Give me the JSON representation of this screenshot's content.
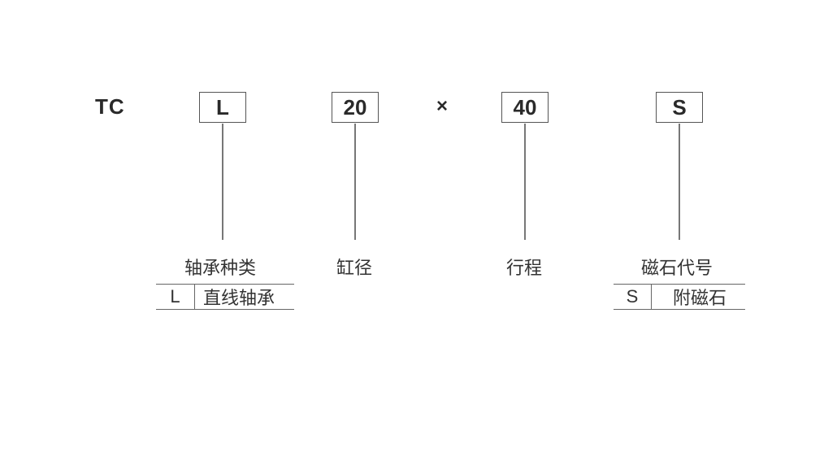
{
  "diagram": {
    "prefix": "TC",
    "fields": [
      {
        "code": "L",
        "label": "轴承种类",
        "options": [
          {
            "code": "L",
            "desc": "直线轴承"
          }
        ]
      },
      {
        "code": "20",
        "label": "缸径"
      },
      {
        "code": "40",
        "label": "行程"
      },
      {
        "code": "S",
        "label": "磁石代号",
        "options": [
          {
            "code": "S",
            "desc": "附磁石"
          }
        ]
      }
    ],
    "separator": "×"
  }
}
